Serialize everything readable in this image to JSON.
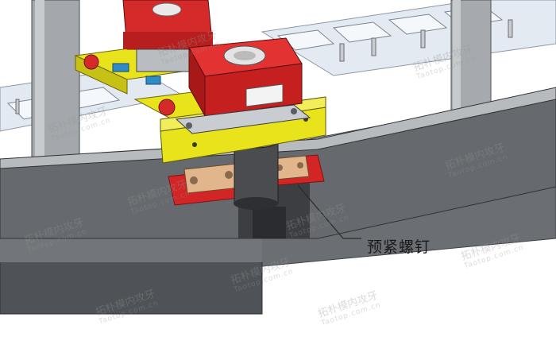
{
  "callout": {
    "label": "预紧螺钉"
  },
  "watermark": {
    "company": "拓朴模内攻牙",
    "site": "Taotop.com.cn"
  },
  "plate_marking": "",
  "colors": {
    "die_block": "#5a5d62",
    "die_block_top": "#9a9ca0",
    "red_block": "#d42a2a",
    "yellow_plate": "#e8e21a",
    "copper_pad": "#e0b48a",
    "strip": "#dfe6ef",
    "pillar": "#9ea2a6"
  }
}
